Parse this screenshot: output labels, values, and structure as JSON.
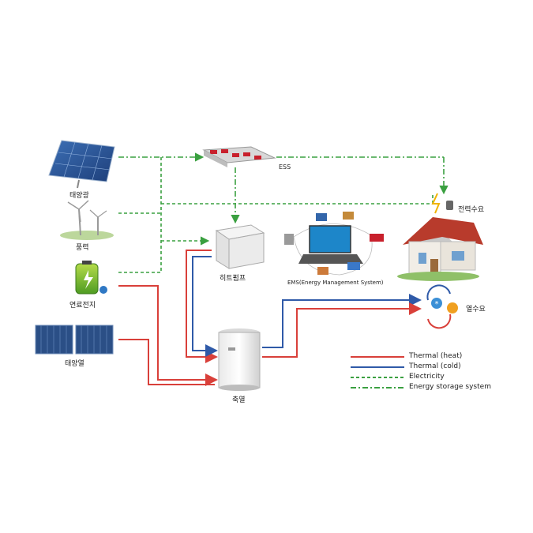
{
  "nodes": {
    "solar_pv": "태양광",
    "wind": "풍력",
    "fuel_cell": "연료전지",
    "solar_thermal": "태양열",
    "ess": "ESS",
    "heat_pump": "히트펌프",
    "ems": "EMS(Energy Management System)",
    "storage_tank": "축열",
    "power_demand": "전력수요",
    "heat_demand": "열수요"
  },
  "legend": [
    {
      "label": "Thermal (heat)",
      "color": "#d9403a",
      "style": "solid"
    },
    {
      "label": "Thermal (cold)",
      "color": "#2f5aa8",
      "style": "solid"
    },
    {
      "label": "Electricity",
      "color": "#3aa040",
      "style": "dashed"
    },
    {
      "label": "Energy storage system",
      "color": "#3aa040",
      "style": "dashdot"
    }
  ]
}
